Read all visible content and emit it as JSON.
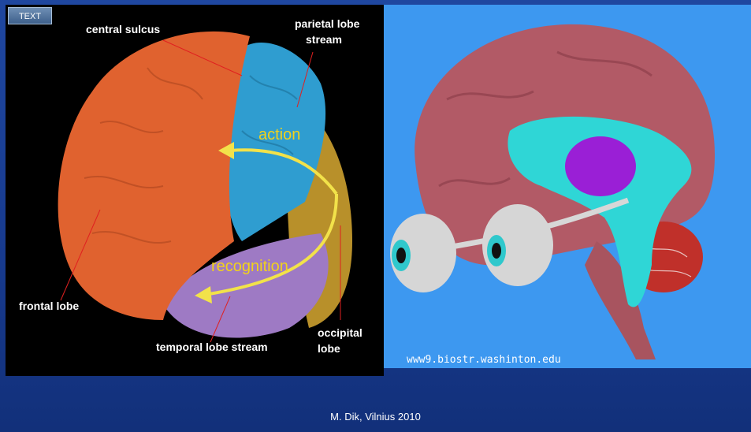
{
  "tag": {
    "label": "TEXT"
  },
  "left_figure": {
    "labels": {
      "central_sulcus": "central sulcus",
      "parietal_line1": "parietal lobe",
      "parietal_line2": "stream",
      "action": "action",
      "recognition": "recognition",
      "frontal_lobe": "frontal lobe",
      "temporal_stream": "temporal lobe stream",
      "occipital_line1": "occipital",
      "occipital_line2": "lobe"
    }
  },
  "right_figure": {
    "credit": "www9.biostr.washinton.edu"
  },
  "footer": {
    "text": "M. Dik, Vilnius 2010"
  },
  "colors": {
    "frontal": "#e0622f",
    "parietal": "#2f9dd0",
    "occipital": "#b8902a",
    "temporal": "#9e7ac4",
    "arrow": "#f2e24a",
    "brain_3d": "#b25a66",
    "ventricle": "#2fd6d6",
    "thalamus": "#9a1fd6",
    "cerebellum": "#c0302a"
  }
}
